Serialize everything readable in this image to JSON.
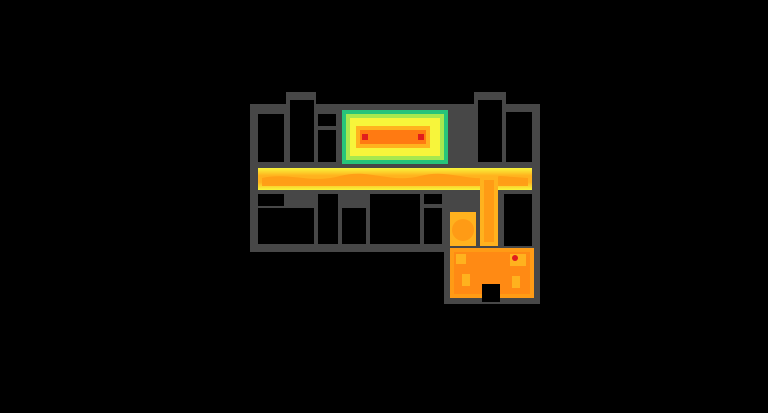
{
  "canvas": {
    "background": "#000000"
  },
  "palette": {
    "wall": "#474747",
    "floor": "#000000",
    "heat_low": "#27c47a",
    "heat_mid_low": "#a6e84f",
    "heat_mid": "#f7f53b",
    "heat_mid_high": "#ffb21e",
    "heat_high": "#ff7a12",
    "heat_max": "#e11d1d"
  },
  "heatmap": {
    "description_shown": false,
    "zones": [
      {
        "id": "upper-room",
        "level": "high-center"
      },
      {
        "id": "corridor",
        "level": "high"
      },
      {
        "id": "corridor-branch",
        "level": "high"
      },
      {
        "id": "lower-right-room",
        "level": "high"
      }
    ]
  }
}
